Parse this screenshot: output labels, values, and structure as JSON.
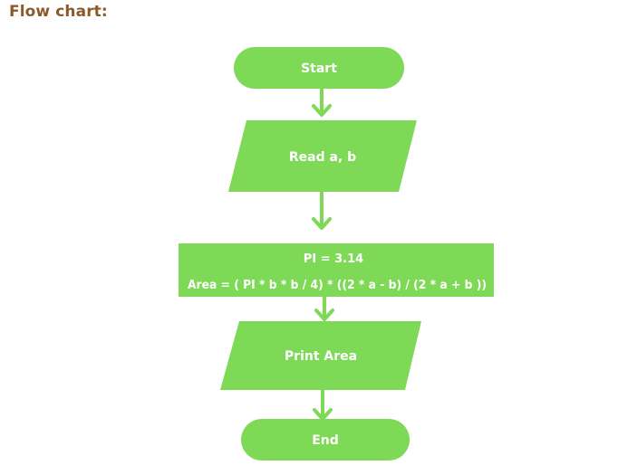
{
  "heading": "Flow chart:",
  "colors": {
    "shape_fill": "#7ed957",
    "arrow": "#7ed957",
    "text": "#ffffff",
    "heading": "#8a5a2b"
  },
  "flowchart": {
    "nodes": [
      {
        "id": "start",
        "shape": "terminator",
        "lines": [
          "Start"
        ]
      },
      {
        "id": "input",
        "shape": "parallelogram",
        "lines": [
          "Read a, b"
        ]
      },
      {
        "id": "process",
        "shape": "rectangle",
        "lines": [
          "PI = 3.14",
          "Area = ( PI * b * b / 4) * ((2 * a - b) / (2 * a + b ))"
        ]
      },
      {
        "id": "output",
        "shape": "parallelogram",
        "lines": [
          "Print Area"
        ]
      },
      {
        "id": "end",
        "shape": "terminator",
        "lines": [
          "End"
        ]
      }
    ],
    "edges": [
      {
        "from": "start",
        "to": "input"
      },
      {
        "from": "input",
        "to": "process"
      },
      {
        "from": "process",
        "to": "output"
      },
      {
        "from": "output",
        "to": "end"
      }
    ]
  }
}
